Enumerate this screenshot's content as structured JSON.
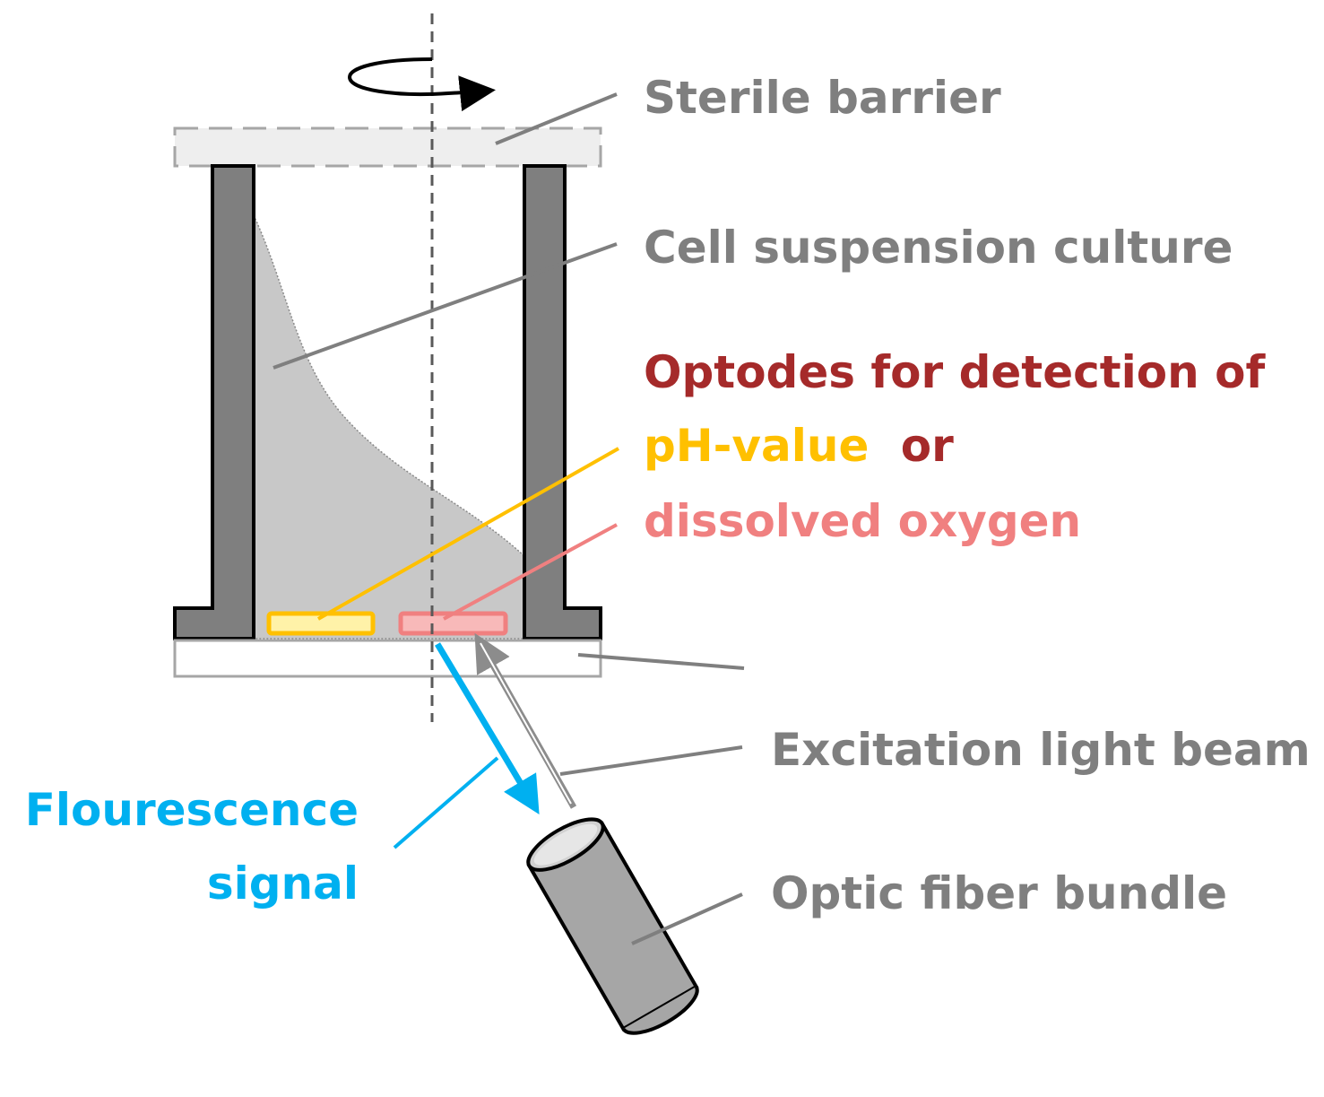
{
  "labels": {
    "sterile_barrier": "Sterile barrier",
    "cell_suspension": "Cell suspension culture",
    "optodes_line": "Optodes for detection of",
    "ph_value": "pH-value",
    "or_word": "or",
    "dissolved_oxygen": "dissolved oxygen",
    "excitation": "Excitation light beam",
    "fluorescence_line1": "Flourescence",
    "fluorescence_line2": "signal",
    "optic_fiber": "Optic fiber bundle"
  },
  "colors": {
    "gray_label": "#7f7f7f",
    "optodes_dark_red": "#a52a2a",
    "ph_yellow": "#ffc000",
    "oxygen_pink": "#f08080",
    "fluorescence_blue": "#00b0f0",
    "wall_gray": "#7f7f7f",
    "culture_gray": "#c8c8c8"
  },
  "icons": {
    "rotation": "rotation-arrow-icon"
  }
}
